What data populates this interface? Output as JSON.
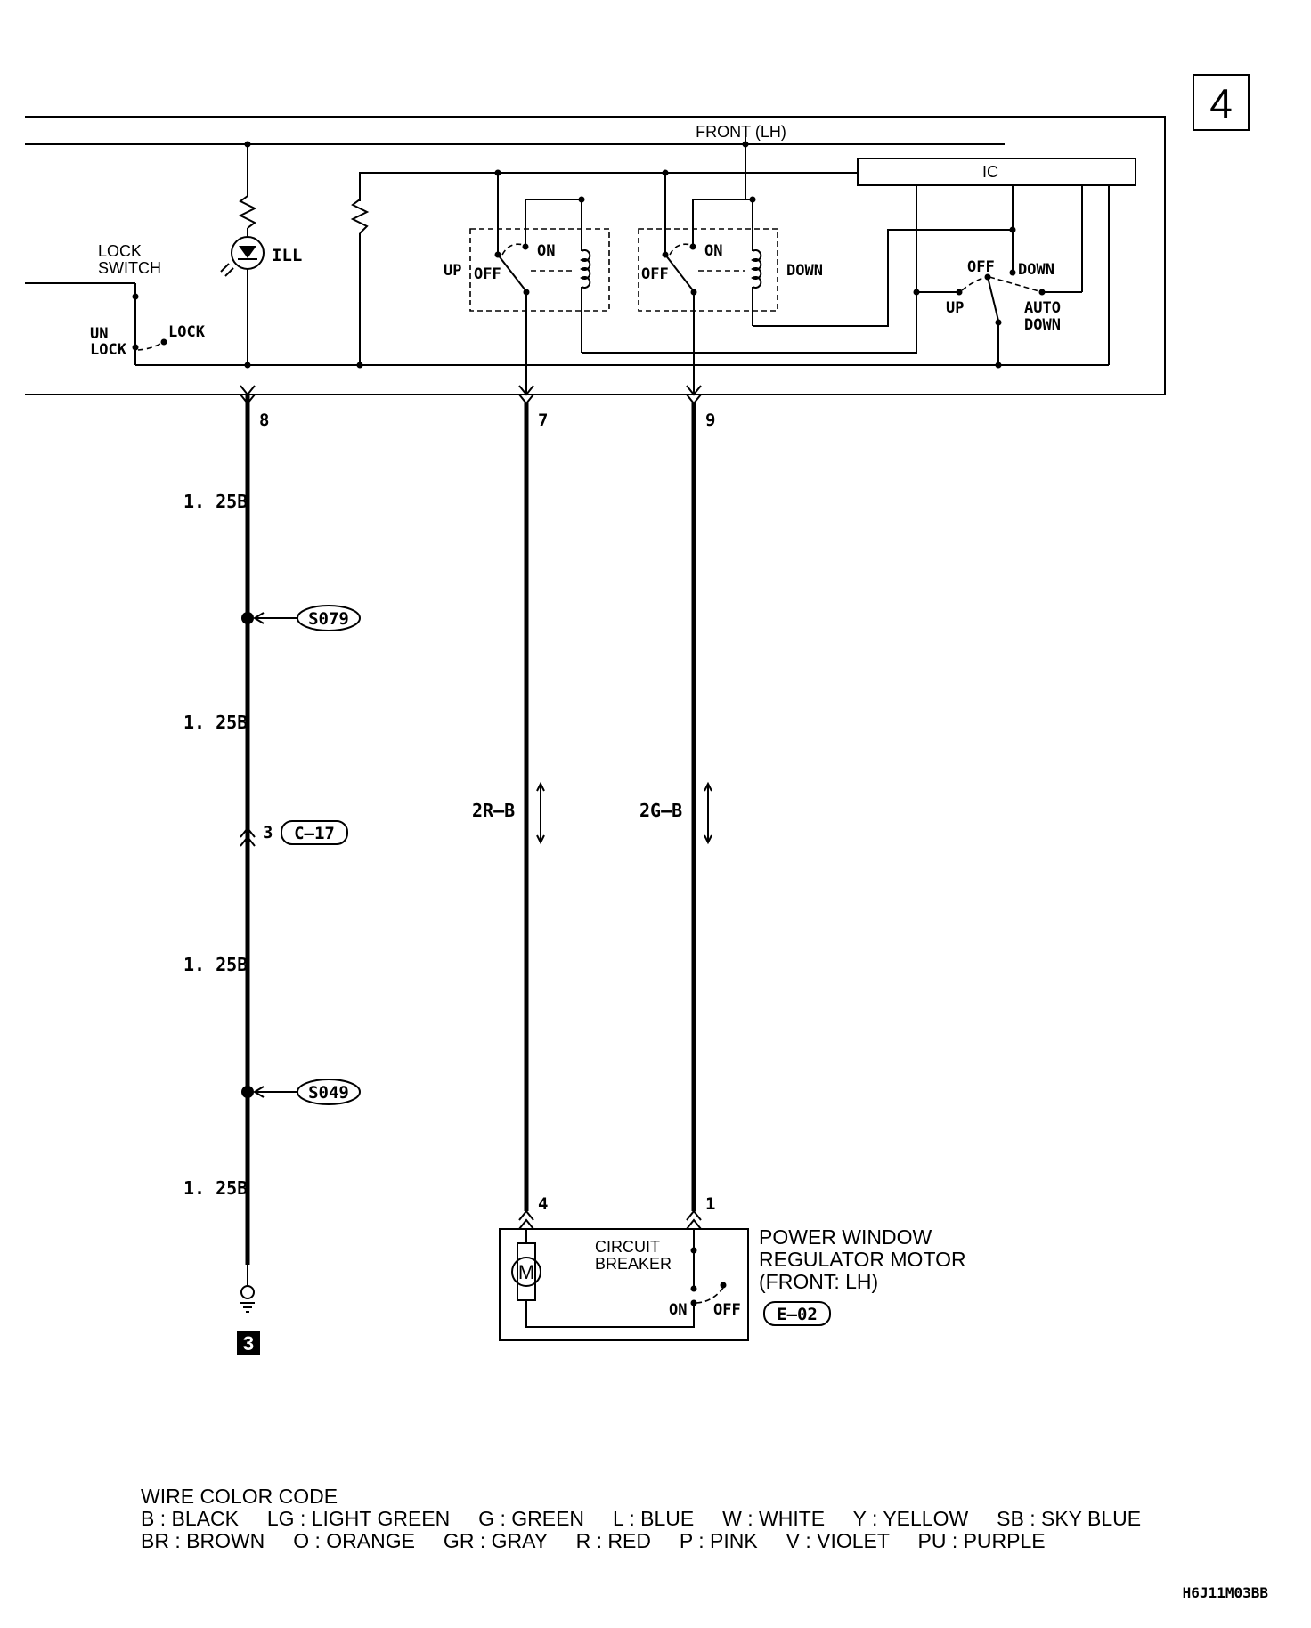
{
  "page_number": "4",
  "switch_unit": {
    "front_label": "FRONT (LH)",
    "ic_label": "IC",
    "lock_switch_label_1": "LOCK",
    "lock_switch_label_2": "SWITCH",
    "unlock_label_1": "UN",
    "unlock_label_2": "LOCK",
    "lock_label": "LOCK",
    "ill_label": "ILL",
    "up_label": "UP",
    "down_label": "DOWN",
    "on_label": "ON",
    "off_label": "OFF",
    "ic_off_label": "OFF",
    "ic_down_label": "DOWN",
    "ic_up_label": "UP",
    "auto_down_label_1": "AUTO",
    "auto_down_label_2": "DOWN"
  },
  "terminals": {
    "t8": "8",
    "t7": "7",
    "t9": "9",
    "t4": "4",
    "t1": "1",
    "t3": "3"
  },
  "wires": {
    "w1": "1. 25B",
    "w2": "1. 25B",
    "w3": "1. 25B",
    "w4": "1. 25B",
    "red_black": "2R–B",
    "green_black": "2G–B"
  },
  "splices": {
    "s1": "S079",
    "s2": "S049"
  },
  "connectors": {
    "c17": "C–17",
    "e02": "E–02"
  },
  "ground_ref": "3",
  "motor": {
    "symbol": "M",
    "breaker_1": "CIRCUIT",
    "breaker_2": "BREAKER",
    "on": "ON",
    "off": "OFF",
    "title_1": "POWER WINDOW",
    "title_2": "REGULATOR MOTOR",
    "title_3": "(FRONT: LH)"
  },
  "legend": {
    "title": "WIRE COLOR CODE",
    "row1": "B : BLACK     LG : LIGHT GREEN     G : GREEN     L : BLUE     W : WHITE     Y : YELLOW     SB : SKY BLUE",
    "row2": "BR : BROWN     O : ORANGE     GR : GRAY     R : RED     P : PINK     V : VIOLET     PU : PURPLE"
  },
  "diagram_code": "H6J11M03BB"
}
